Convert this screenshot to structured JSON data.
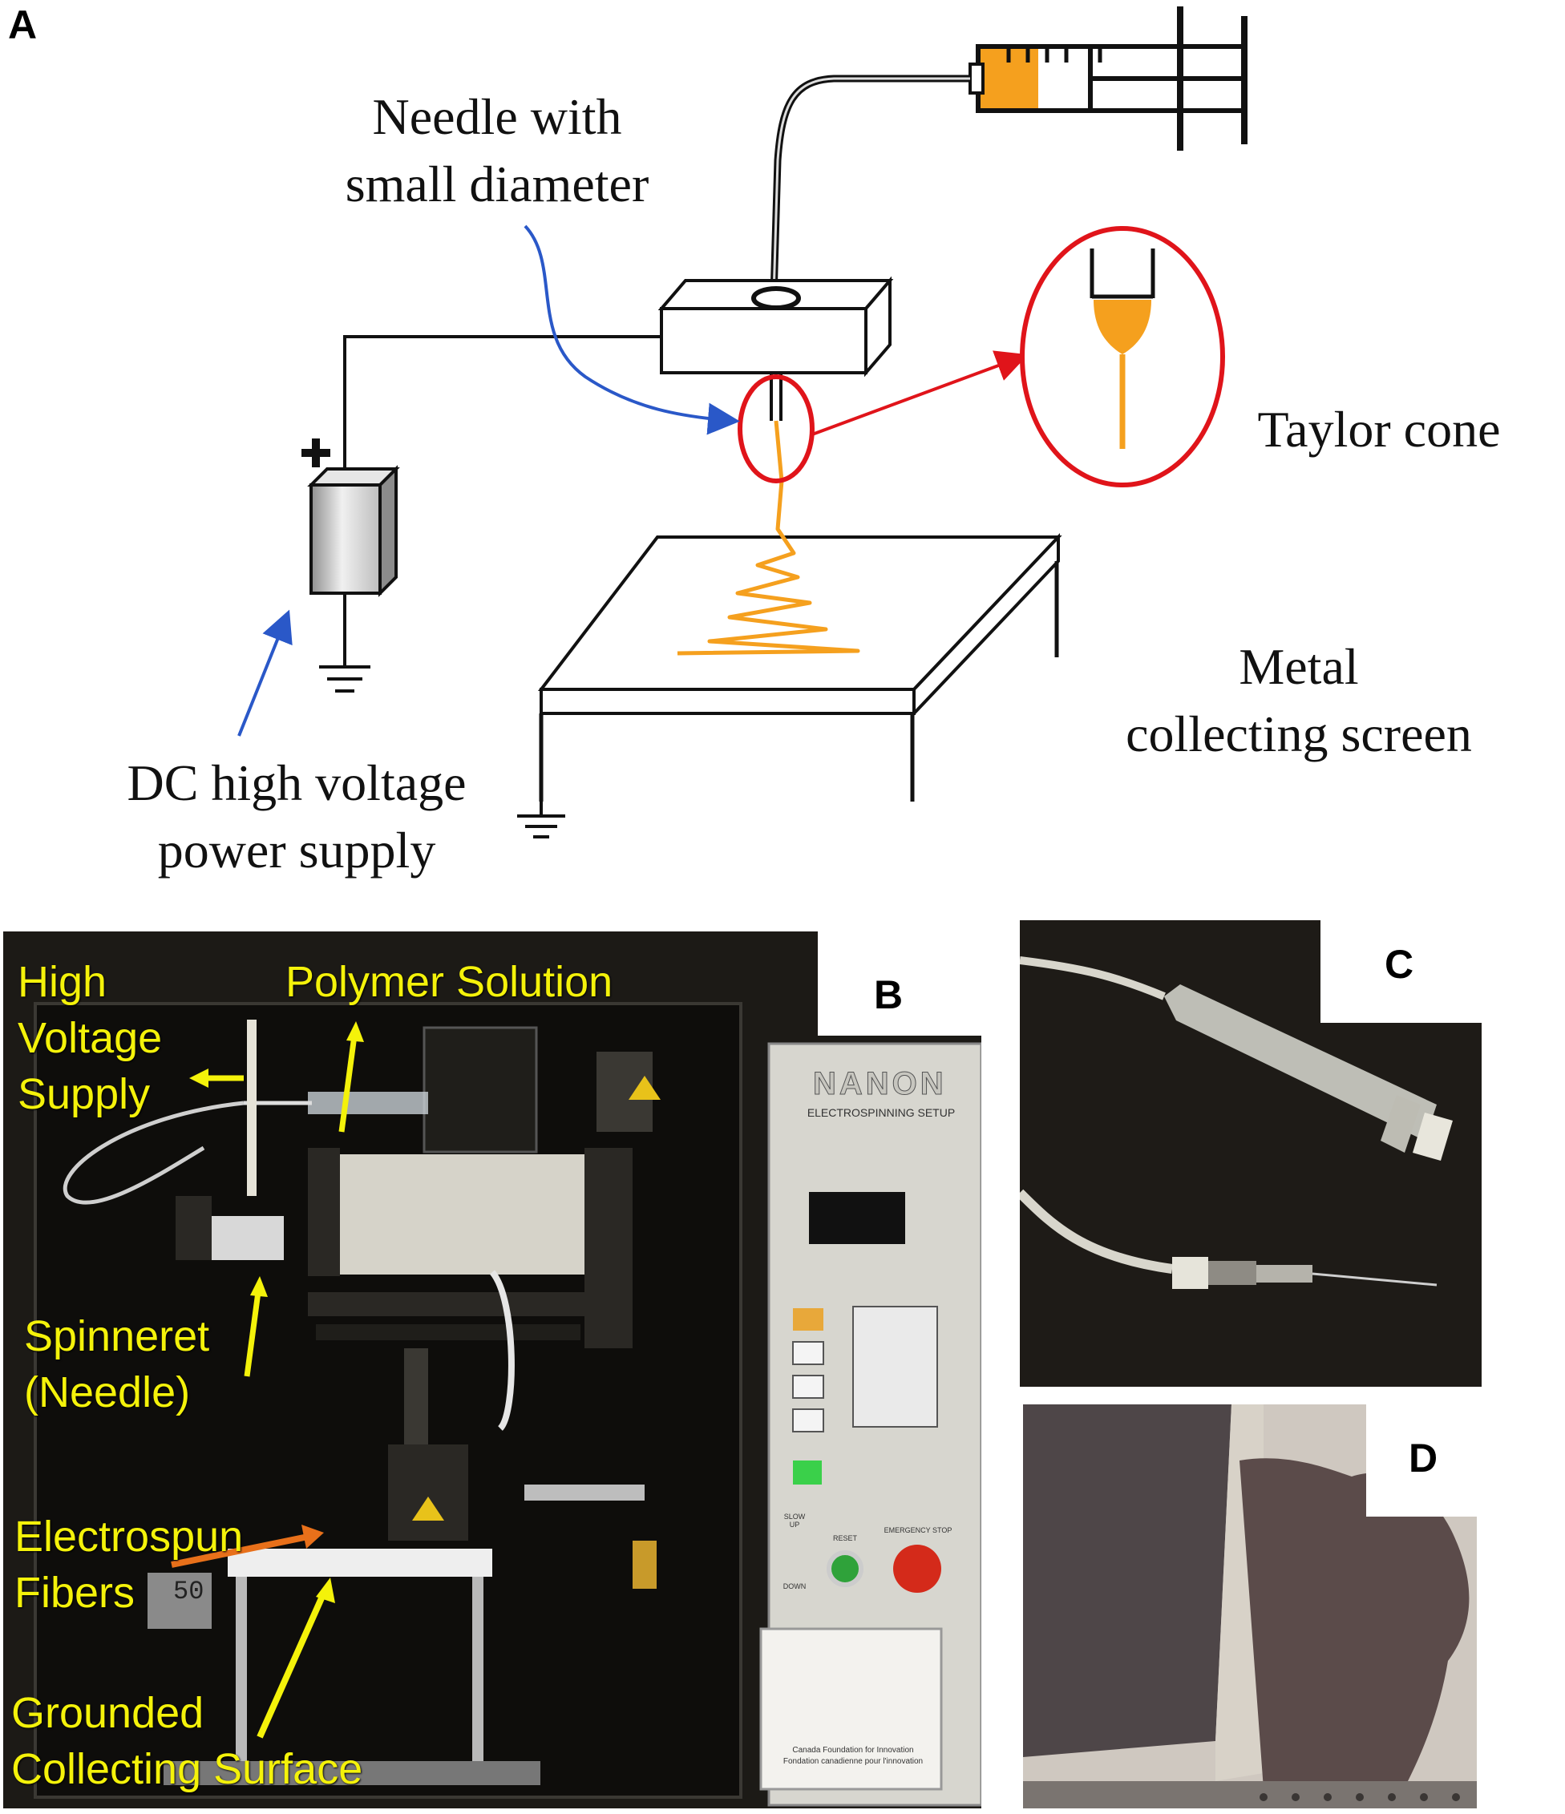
{
  "panels": {
    "a": {
      "letter": "A",
      "labels": {
        "needle": [
          "Needle with",
          "small diameter"
        ],
        "taylor": "Taylor cone",
        "screen": [
          "Metal",
          "collecting screen"
        ],
        "power": [
          "DC high voltage",
          "power supply"
        ]
      }
    },
    "b": {
      "letter": "B",
      "labels": {
        "hv": [
          "High",
          "Voltage",
          "Supply"
        ],
        "polymer": "Polymer Solution",
        "spinneret": [
          "Spinneret",
          "(Needle)"
        ],
        "fibers": [
          "Electrospun",
          "Fibers"
        ],
        "collecting": [
          "Grounded",
          "Collecting Surface"
        ]
      },
      "device": {
        "brand": "NANON",
        "subtitle": "ELECTROSPINNING SETUP",
        "display_digits": "50",
        "switch_up": "SLOW UP",
        "switch_down": "DOWN",
        "reset": "RESET",
        "emergency": "EMERGENCY STOP",
        "plaque_line1": "Canada Foundation for Innovation",
        "plaque_line2": "Fondation canadienne pour l'innovation"
      }
    },
    "c": {
      "letter": "C"
    },
    "d": {
      "letter": "D"
    }
  },
  "colors": {
    "solution": "#f5a01e",
    "taylor_circle": "#e0141a",
    "pointer_blue": "#2a58c8",
    "label_yellow": "#f4f20a",
    "arrow_orange": "#e8701a"
  }
}
